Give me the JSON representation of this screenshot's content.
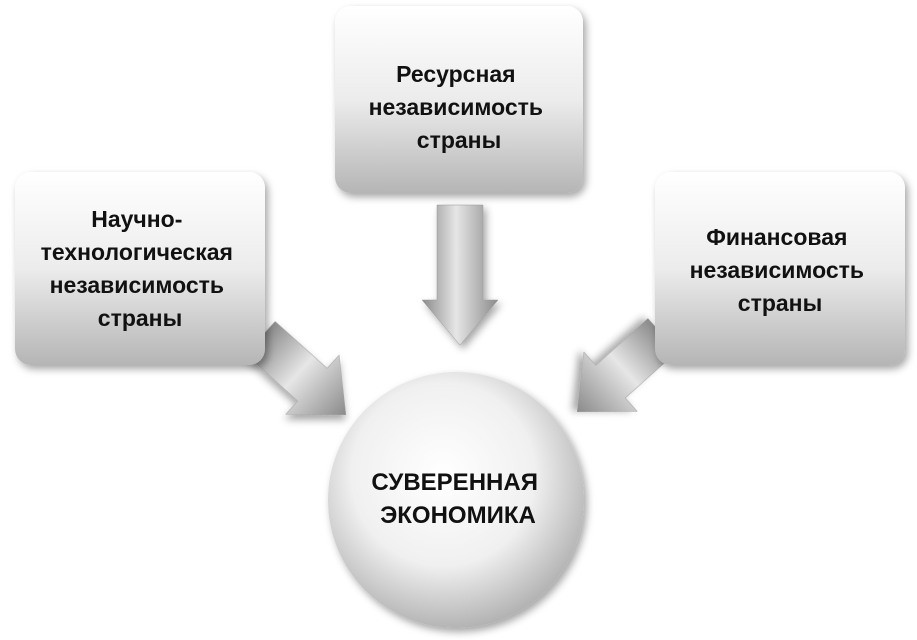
{
  "boxes": {
    "top": {
      "lines": [
        "Ресурсная",
        "независимость",
        "страны"
      ]
    },
    "left": {
      "lines": [
        "Научно-",
        "технологическая",
        "независимость",
        "страны"
      ]
    },
    "right": {
      "lines": [
        "Финансовая",
        "независимость",
        "страны"
      ]
    }
  },
  "center": {
    "lines": [
      "СУВЕРЕННАЯ",
      "ЭКОНОМИКА"
    ]
  },
  "colors": {
    "box_top": "#ffffff",
    "box_bottom": "#b8b8b8",
    "arrow_light": "#e0e0e0",
    "arrow_dark": "#8a8a8a"
  }
}
